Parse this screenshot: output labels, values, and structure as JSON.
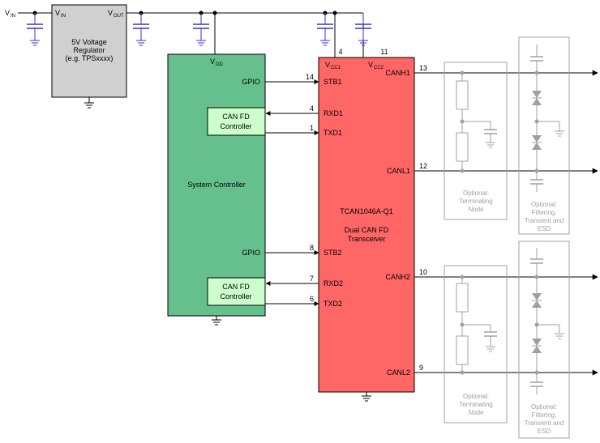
{
  "supply": {
    "vin": "V",
    "vin_sub": "IN"
  },
  "regulator": {
    "vin": "V",
    "vin_sub": "IN",
    "vout": "V",
    "vout_sub": "OUT",
    "line1": "5V Voltage",
    "line2": "Regulator",
    "line3": "(e.g. TPSxxxx)"
  },
  "controller": {
    "vdd": "V",
    "vdd_sub": "DD",
    "title": "System Controller",
    "gpio1": "GPIO",
    "gpio2": "GPIO",
    "canfd1_line1": "CAN FD",
    "canfd1_line2": "Controller",
    "canfd2_line1": "CAN FD",
    "canfd2_line2": "Controller"
  },
  "transceiver": {
    "vcc1": "V",
    "vcc1_sub": "CC1",
    "vcc2": "V",
    "vcc2_sub": "CC2",
    "pin_vcc1": "4",
    "pin_vcc2": "11",
    "stb1": "STB1",
    "rxd1": "RXD1",
    "txd1": "TXD1",
    "stb2": "STB2",
    "rxd2": "RXD2",
    "txd2": "TXD2",
    "canh1": "CANH1",
    "canl1": "CANL1",
    "canh2": "CANH2",
    "canl2": "CANL2",
    "name": "TCAN1046A-Q1",
    "desc1": "Dual CAN FD",
    "desc2": "Transceiver",
    "pin_stb1": "14",
    "pin_rxd1": "4",
    "pin_txd1": "1",
    "pin_stb2": "8",
    "pin_rxd2": "7",
    "pin_txd2": "6",
    "pin_canh1": "13",
    "pin_canl1": "12",
    "pin_canh2": "10",
    "pin_canl2": "9"
  },
  "optional": {
    "term1_l1": "Optional:",
    "term1_l2": "Terminating",
    "term1_l3": "Node",
    "filt1_l1": "Optional:",
    "filt1_l2": "Filtering,",
    "filt1_l3": "Transient and",
    "filt1_l4": "ESD",
    "term2_l1": "Optional:",
    "term2_l2": "Terminating",
    "term2_l3": "Node",
    "filt2_l1": "Optional:",
    "filt2_l2": "Filtering,",
    "filt2_l3": "Transient and",
    "filt2_l4": "ESD"
  },
  "colors": {
    "regulator_fill": "#d0d0d0",
    "controller_fill": "#66c08e",
    "canfd_fill": "#ccffcc",
    "transceiver_fill": "#ff6666",
    "capacitor": "#3333cc",
    "optional_gray": "#a0a0a0"
  }
}
